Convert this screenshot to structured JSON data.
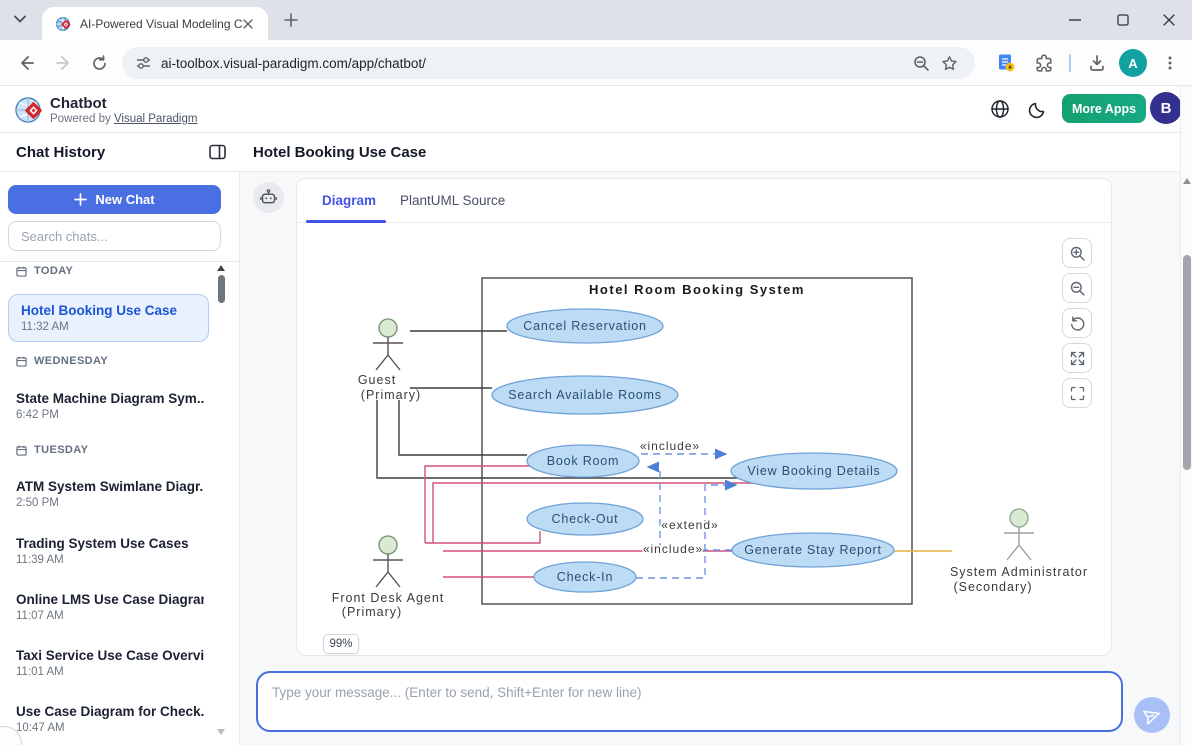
{
  "browser": {
    "tab_title": "AI-Powered Visual Modeling Ch",
    "url": "ai-toolbox.visual-paradigm.com/app/chatbot/",
    "toolbar_avatar_letter": "A"
  },
  "header": {
    "app_title": "Chatbot",
    "powered_by_prefix": "Powered by ",
    "powered_by_link": "Visual Paradigm",
    "more_apps_label": "More Apps",
    "avatar_letter": "B"
  },
  "sidebar": {
    "title": "Chat History",
    "new_chat_label": "New Chat",
    "search_placeholder": "Search chats...",
    "sections": [
      {
        "label": "TODAY",
        "items": [
          {
            "title": "Hotel Booking Use Case",
            "time": "11:32 AM",
            "selected": true
          }
        ]
      },
      {
        "label": "WEDNESDAY",
        "items": [
          {
            "title": "State Machine Diagram Sym...",
            "time": "6:42 PM"
          }
        ]
      },
      {
        "label": "TUESDAY",
        "items": [
          {
            "title": "ATM System Swimlane Diagr...",
            "time": "2:50 PM"
          },
          {
            "title": "Trading System Use Cases",
            "time": "11:39 AM"
          },
          {
            "title": "Online LMS Use Case Diagram",
            "time": "11:07 AM"
          },
          {
            "title": "Taxi Service Use Case Overvi...",
            "time": "11:01 AM"
          },
          {
            "title": "Use Case Diagram for Check...",
            "time": "10:47 AM"
          }
        ]
      }
    ]
  },
  "main": {
    "chat_title": "Hotel Booking Use Case",
    "tabs": [
      {
        "label": "Diagram",
        "active": true
      },
      {
        "label": "PlantUML Source",
        "active": false
      }
    ],
    "zoom_badge": "99%",
    "composer": {
      "placeholder": "Type your message... (Enter to send, Shift+Enter for new line)"
    }
  },
  "diagram": {
    "system_title": "Hotel Room Booking System",
    "actors": [
      {
        "name": "Guest",
        "role": "(Primary)"
      },
      {
        "name": "Front Desk Agent",
        "role": "(Primary)"
      },
      {
        "name": "System Administrator",
        "role": "(Secondary)"
      }
    ],
    "use_cases": [
      {
        "label": "Cancel Reservation"
      },
      {
        "label": "Search Available Rooms"
      },
      {
        "label": "Book Room"
      },
      {
        "label": "View Booking Details"
      },
      {
        "label": "Check-Out"
      },
      {
        "label": "Generate Stay Report"
      },
      {
        "label": "Check-In"
      }
    ],
    "relations": [
      {
        "label": "«include»"
      },
      {
        "label": "«extend»"
      },
      {
        "label": "«include»"
      }
    ]
  },
  "colors": {
    "accent_blue": "#4a6fe3",
    "tab_active": "#4353e8",
    "selected_chat_bg": "#e8f1fd",
    "more_apps_green": "#14a170",
    "avatar_b_bg": "#34308e",
    "avatar_a_bg": "#13a0a0",
    "usecase_fill": "#bcdcf5",
    "usecase_stroke": "#71a3d7",
    "actor_head_fill": "#d9ead3",
    "line_association": "#3f3f3f",
    "line_frontdesk": "#d4507b",
    "line_sysadmin": "#e2b33c",
    "line_dependency": "#6f94e3"
  }
}
